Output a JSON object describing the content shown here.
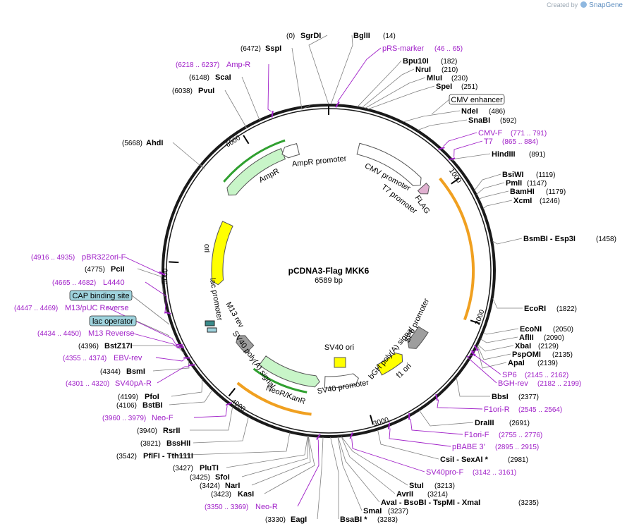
{
  "credit": {
    "prefix": "Created by",
    "brand": "SnapGene"
  },
  "map": {
    "title": "pCDNA3-Flag MKK6",
    "length": "6589 bp",
    "ticks": [
      "1000",
      "2000",
      "3000",
      "4000",
      "5000",
      "6000"
    ]
  },
  "enzymes": [
    {
      "name": "SgrDI",
      "pos": "(0)"
    },
    {
      "name": "BglII",
      "pos": "(14)"
    },
    {
      "name": "Bpu10I",
      "pos": "(182)"
    },
    {
      "name": "NruI",
      "pos": "(210)"
    },
    {
      "name": "MluI",
      "pos": "(230)"
    },
    {
      "name": "SpeI",
      "pos": "(251)"
    },
    {
      "name": "NdeI",
      "pos": "(486)"
    },
    {
      "name": "SnaBI",
      "pos": "(592)"
    },
    {
      "name": "HindIII",
      "pos": "(891)"
    },
    {
      "name": "BsiWI",
      "pos": "(1119)"
    },
    {
      "name": "PmlI",
      "pos": "(1147)"
    },
    {
      "name": "BamHI",
      "pos": "(1179)"
    },
    {
      "name": "XcmI",
      "pos": "(1246)"
    },
    {
      "name": "BsmBI - Esp3I",
      "pos": "(1458)"
    },
    {
      "name": "EcoRI",
      "pos": "(1822)"
    },
    {
      "name": "EcoNI",
      "pos": "(2050)"
    },
    {
      "name": "AflII",
      "pos": "(2090)"
    },
    {
      "name": "XbaI",
      "pos": "(2129)"
    },
    {
      "name": "PspOMI",
      "pos": "(2135)"
    },
    {
      "name": "ApaI",
      "pos": "(2139)"
    },
    {
      "name": "BbsI",
      "pos": "(2377)"
    },
    {
      "name": "DraIII",
      "pos": "(2691)"
    },
    {
      "name": "CsiI - SexAI *",
      "pos": "(2981)"
    },
    {
      "name": "StuI",
      "pos": "(3213)"
    },
    {
      "name": "AvrII",
      "pos": "(3214)"
    },
    {
      "name": "AvaI - BsoBI - TspMI - XmaI",
      "pos": "(3235)"
    },
    {
      "name": "SmaI",
      "pos": "(3237)"
    },
    {
      "name": "BsaBI *",
      "pos": "(3283)"
    },
    {
      "name": "EagI",
      "pos": "(3330)"
    },
    {
      "name": "KasI",
      "pos": "(3423)"
    },
    {
      "name": "NarI",
      "pos": "(3424)"
    },
    {
      "name": "SfoI",
      "pos": "(3425)"
    },
    {
      "name": "PluTI",
      "pos": "(3427)"
    },
    {
      "name": "PflFI - Tth111I",
      "pos": "(3542)"
    },
    {
      "name": "BssHII",
      "pos": "(3821)"
    },
    {
      "name": "RsrII",
      "pos": "(3940)"
    },
    {
      "name": "BstBI",
      "pos": "(4106)"
    },
    {
      "name": "PfoI",
      "pos": "(4199)"
    },
    {
      "name": "BsmI",
      "pos": "(4344)"
    },
    {
      "name": "BstZ17I",
      "pos": "(4396)"
    },
    {
      "name": "PciI",
      "pos": "(4775)"
    },
    {
      "name": "AhdI",
      "pos": "(5668)"
    },
    {
      "name": "PvuI",
      "pos": "(6038)"
    },
    {
      "name": "ScaI",
      "pos": "(6148)"
    },
    {
      "name": "SspI",
      "pos": "(6472)"
    }
  ],
  "primers": [
    {
      "name": "pRS-marker",
      "range": "(46 .. 65)"
    },
    {
      "name": "CMV-F",
      "range": "(771 .. 791)"
    },
    {
      "name": "T7",
      "range": "(865 .. 884)"
    },
    {
      "name": "SP6",
      "range": "(2145 .. 2162)"
    },
    {
      "name": "BGH-rev",
      "range": "(2182 .. 2199)"
    },
    {
      "name": "F1ori-R",
      "range": "(2545 .. 2564)"
    },
    {
      "name": "F1ori-F",
      "range": "(2755 .. 2776)"
    },
    {
      "name": "pBABE 3'",
      "range": "(2895 .. 2915)"
    },
    {
      "name": "SV40pro-F",
      "range": "(3142 .. 3161)"
    },
    {
      "name": "Neo-R",
      "range": "(3350 .. 3369)"
    },
    {
      "name": "Neo-F",
      "range": "(3960 .. 3979)"
    },
    {
      "name": "SV40pA-R",
      "range": "(4301 .. 4320)"
    },
    {
      "name": "EBV-rev",
      "range": "(4355 .. 4374)"
    },
    {
      "name": "M13 Reverse",
      "range": "(4434 .. 4450)"
    },
    {
      "name": "M13/pUC Reverse",
      "range": "(4447 .. 4469)"
    },
    {
      "name": "L4440",
      "range": "(4665 .. 4682)"
    },
    {
      "name": "pBR322ori-F",
      "range": "(4916 .. 4935)"
    },
    {
      "name": "Amp-R",
      "range": "(6218 .. 6237)"
    }
  ],
  "boxed_features": [
    {
      "name": "CMV enhancer"
    },
    {
      "name": "CAP binding site"
    },
    {
      "name": "lac operator"
    }
  ],
  "features": [
    {
      "name": "AmpR promoter"
    },
    {
      "name": "AmpR"
    },
    {
      "name": "CMV promoter"
    },
    {
      "name": "T7 promoter"
    },
    {
      "name": "FLAG"
    },
    {
      "name": "ori"
    },
    {
      "name": "lac promoter"
    },
    {
      "name": "M13 rev"
    },
    {
      "name": "SV40 poly(A) signal"
    },
    {
      "name": "NeoR/KanR"
    },
    {
      "name": "SV40 promoter"
    },
    {
      "name": "SV40 ori"
    },
    {
      "name": "f1 ori"
    },
    {
      "name": "bGH poly(A) signal"
    },
    {
      "name": "SP6 promoter"
    }
  ],
  "colors": {
    "backbone": "#1a1a1a",
    "enzyme_line": "#808080",
    "primer": "#a020c8",
    "orf_fill": "#c8f5c8",
    "promoter_fill": "#ffffff",
    "ori_fill": "#ffff00",
    "polyA_fill": "#9e9e9e",
    "orange_arc": "#f0a020",
    "green_arc": "#30a030",
    "box_fill_teal": "#9fd3dd"
  }
}
